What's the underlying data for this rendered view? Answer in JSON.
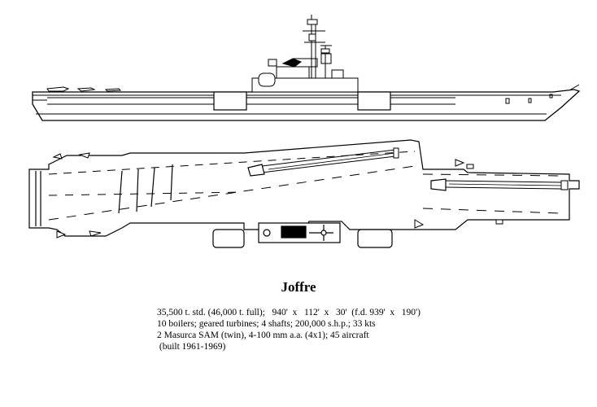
{
  "ship": {
    "name": "Joffre",
    "specs": [
      "35,500 t. std. (46,000 t. full);   940'  x   112'  x   30'  (f.d. 939'  x   190')",
      "10 boilers; geared turbines; 4 shafts; 200,000 s.h.p.; 33 kts",
      "2 Masurca SAM (twin), 4-100 mm a.a. (4x1); 45 aircraft",
      " (built 1961-1969)"
    ]
  },
  "views": [
    "side-profile",
    "flight-deck-plan"
  ]
}
